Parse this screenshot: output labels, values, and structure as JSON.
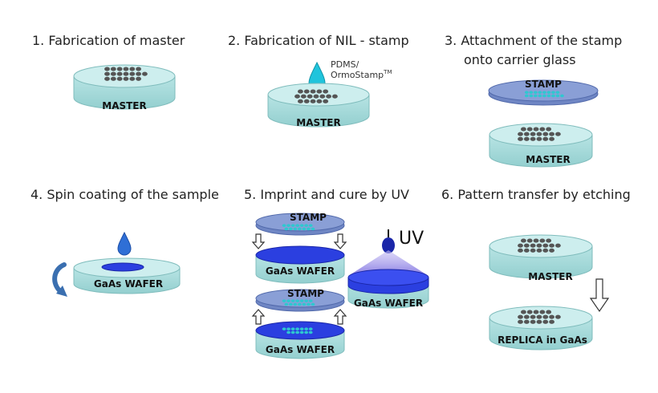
{
  "steps": [
    {
      "title": "1. Fabrication of master"
    },
    {
      "title": "2. Fabrication of NIL - stamp"
    },
    {
      "title_line1": "3. Attachment of the stamp",
      "title_line2": "onto carrier glass"
    },
    {
      "title": "4. Spin coating of the sample"
    },
    {
      "title": "5. Imprint and cure by UV"
    },
    {
      "title": "6. Pattern transfer by etching"
    }
  ],
  "labels": {
    "master": "MASTER",
    "stamp": "STAMP",
    "wafer": "GaAs WAFER",
    "replica": "REPLICA in GaAs",
    "pdms_line1": "PDMS/",
    "pdms_line2": "OrmoStamp",
    "tm": "TM",
    "uv": "UV"
  },
  "colors": {
    "disk_top": "#cdeeee",
    "disk_side": "#a9dcdc",
    "disk_edge": "#7fbcbc",
    "dot": "#555555",
    "stamp_top": "#8a9fd6",
    "stamp_side": "#6f86c4",
    "stamp_dot": "#2ec8d0",
    "resist": "#2b3fe0",
    "resist_dark": "#1a26a8",
    "drop_blue": "#2f6fd6",
    "drop_cyan": "#20c4dc",
    "uv_cone": "#9a8ee6",
    "arrow_rot": "#3a6fb0"
  },
  "icons": [
    "droplet-icon",
    "rotation-arrow-icon",
    "uv-lamp-icon",
    "down-arrow-icon",
    "up-arrow-icon"
  ]
}
